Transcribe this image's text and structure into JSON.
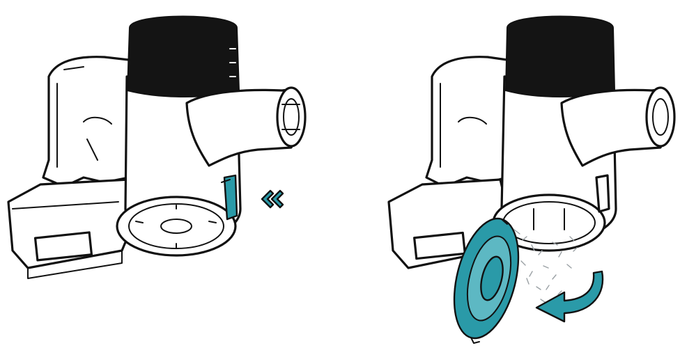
{
  "figure": {
    "steps": [
      {
        "step_name": "press-release-latch",
        "illustration": "vacuum-handheld-unit-closed-bin"
      },
      {
        "step_name": "open-bin-lid-empty",
        "illustration": "vacuum-handheld-unit-open-bin"
      }
    ],
    "colors": {
      "line": "#111111",
      "accent": "#2a9aa8",
      "accent_light": "#5db8c3",
      "motor_cap": "#141414",
      "dust": "#9aa0a4"
    },
    "icons": [
      "double-chevron-left-icon",
      "curved-arrow-icon"
    ]
  }
}
